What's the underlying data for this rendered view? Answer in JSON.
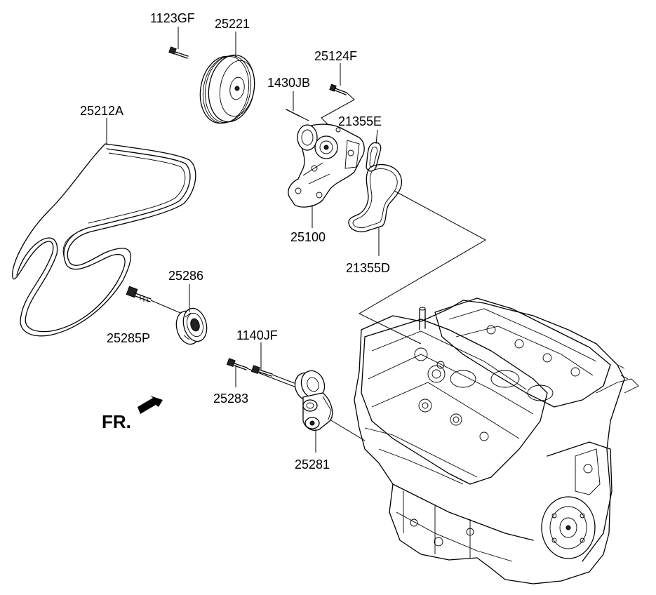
{
  "labels": {
    "p1123GF": "1123GF",
    "p25221": "25221",
    "p25124F": "25124F",
    "p1430JB": "1430JB",
    "p21355E": "21355E",
    "p25212A": "25212A",
    "p25100": "25100",
    "p21355D": "21355D",
    "p25286": "25286",
    "p25285P": "25285P",
    "p1140JF": "1140JF",
    "p25283": "25283",
    "p25281": "25281"
  },
  "direction": {
    "label": "FR."
  }
}
